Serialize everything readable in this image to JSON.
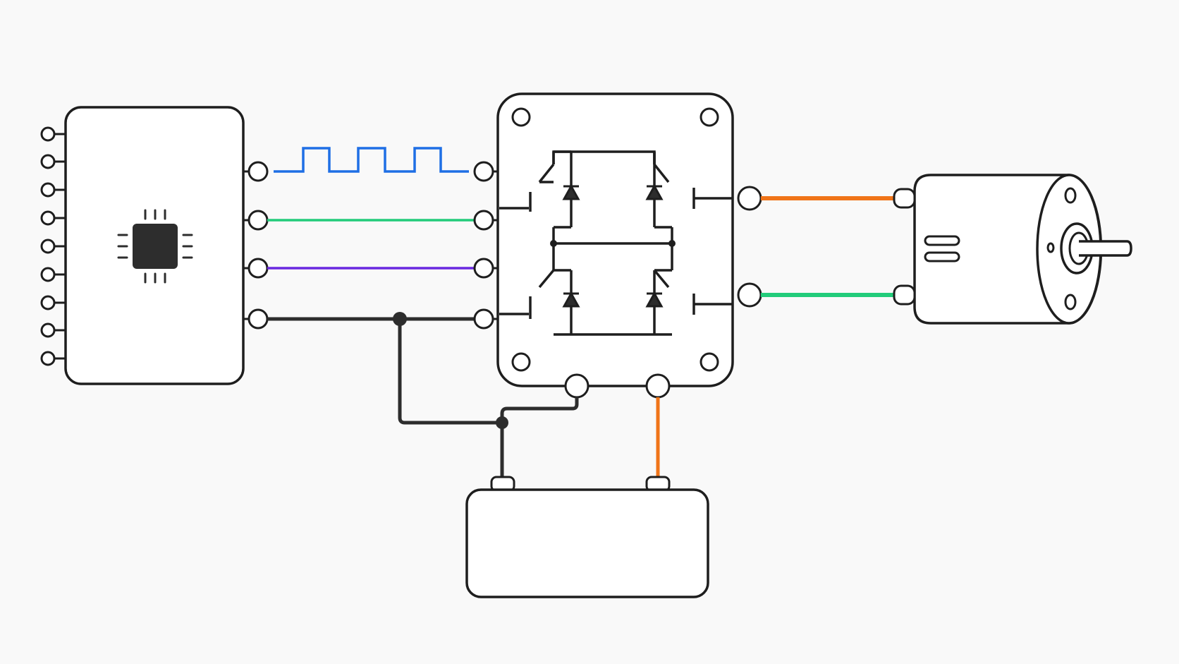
{
  "diagram": {
    "components": [
      {
        "id": "microcontroller",
        "icon": "chip-icon"
      },
      {
        "id": "h-bridge-driver",
        "icon": "mosfet-h-bridge-icon"
      },
      {
        "id": "dc-motor",
        "icon": "motor-icon"
      },
      {
        "id": "battery",
        "icon": "battery-icon"
      }
    ],
    "wires": [
      {
        "id": "pwm-signal",
        "from": "microcontroller",
        "to": "h-bridge-driver",
        "style": "square-wave",
        "color": "#1f6fe5"
      },
      {
        "id": "control-line-1",
        "from": "microcontroller",
        "to": "h-bridge-driver",
        "color": "#22cc7a"
      },
      {
        "id": "control-line-2",
        "from": "microcontroller",
        "to": "h-bridge-driver",
        "color": "#6a28e0"
      },
      {
        "id": "ground-line",
        "from": "microcontroller",
        "to": "h-bridge-driver",
        "color": "#2d2d2d"
      },
      {
        "id": "motor-lead-a",
        "from": "h-bridge-driver",
        "to": "dc-motor",
        "color": "#f07418"
      },
      {
        "id": "motor-lead-b",
        "from": "h-bridge-driver",
        "to": "dc-motor",
        "color": "#22cc7a"
      },
      {
        "id": "battery-negative",
        "from": "battery",
        "to": "h-bridge-driver",
        "color": "#2d2d2d"
      },
      {
        "id": "battery-positive",
        "from": "battery",
        "to": "h-bridge-driver",
        "color": "#f07418"
      }
    ],
    "colors": {
      "outline": "#1e1e1e",
      "background": "#f9f9f9",
      "pwm": "#1f6fe5",
      "green": "#22cc7a",
      "purple": "#6a28e0",
      "orange": "#f07418",
      "ground": "#2d2d2d"
    }
  }
}
